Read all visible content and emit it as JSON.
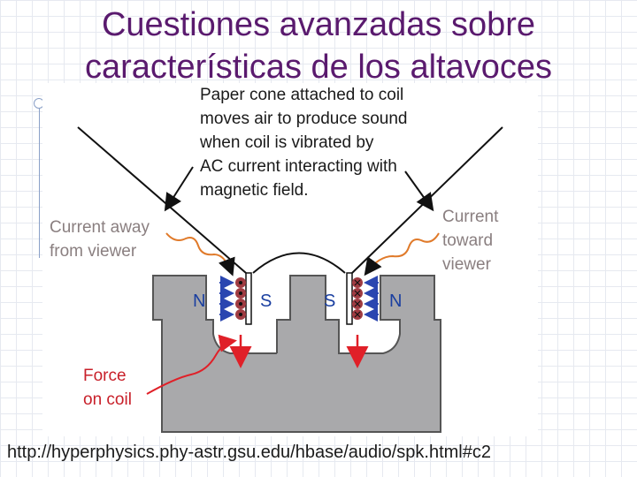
{
  "slide": {
    "title_line1": "Cuestiones avanzadas sobre",
    "title_line2": "características de los altavoces",
    "source_url": "http://hyperphysics.phy-astr.gsu.edu/hbase/audio/spk.html#c2"
  },
  "diagram": {
    "cone_label": [
      "Paper cone attached to coil",
      "moves air to produce sound",
      "when coil is vibrated by",
      "AC current interacting with",
      "magnetic field."
    ],
    "current_away": [
      "Current away",
      "from viewer"
    ],
    "current_toward": [
      "Current",
      "toward",
      "viewer"
    ],
    "force_label": [
      "Force",
      "on coil"
    ],
    "pole_left_outer": "N",
    "pole_left_inner": "S",
    "pole_right_inner": "S",
    "pole_right_outer": "N"
  },
  "colors": {
    "title": "#5a1a6e",
    "magnet": "#a9a9ab",
    "coil": "#a03c42",
    "force_arrow": "#e02028",
    "field_arrow": "#2a46b0",
    "label_gray": "#8a7f80"
  }
}
